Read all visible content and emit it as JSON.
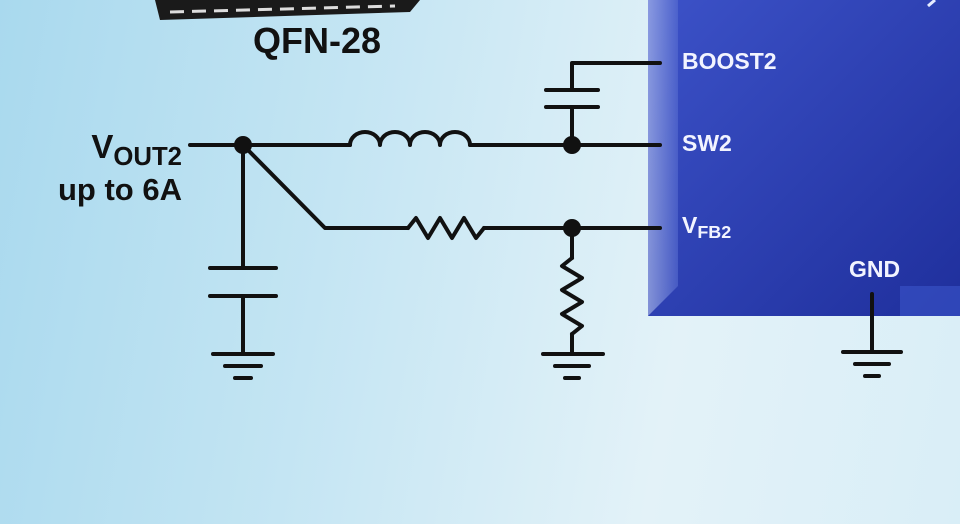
{
  "package": {
    "label": "QFN-28"
  },
  "output": {
    "v_main": "V",
    "v_sub": "OUT2",
    "current": "up to 6A"
  },
  "pins": {
    "boost": "BOOST2",
    "sw": "SW2",
    "vfb_main": "V",
    "vfb_sub": "FB2",
    "gnd": "GND"
  },
  "colors": {
    "chip": "#2b3fb0",
    "wire": "#111111",
    "pin_text": "#f2f4ff"
  }
}
